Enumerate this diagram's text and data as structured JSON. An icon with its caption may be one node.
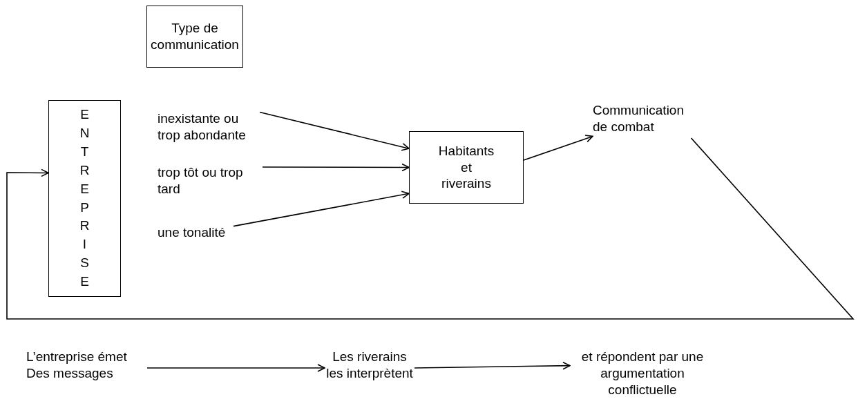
{
  "diagram": {
    "nodes": [
      {
        "text": [
          "Type de communication"
        ]
      },
      {
        "text": [
          "ENTREPRISE"
        ]
      },
      {
        "text": [
          "inexistante ou trop abondante"
        ]
      },
      {
        "text": [
          "trop tôt ou trop tard"
        ]
      },
      {
        "text": [
          "une tonalité"
        ]
      },
      {
        "text": [
          "Habitants et riverains"
        ]
      },
      {
        "text": [
          "Communication de combat"
        ]
      },
      {
        "text": [
          "L’entreprise émet Des messages"
        ]
      },
      {
        "text": [
          "Les riverains les interprètent"
        ]
      },
      {
        "text": [
          "et répondent par une argumentation conflictuelle"
        ]
      }
    ],
    "edges": [
      {
        "from": 2,
        "to": 5,
        "arrow": "to"
      },
      {
        "from": 3,
        "to": 5,
        "arrow": "to"
      },
      {
        "from": 4,
        "to": 5,
        "arrow": "to"
      },
      {
        "from": 5,
        "to": 6,
        "arrow": "to"
      },
      {
        "from": 6,
        "to": 1,
        "arrow": "to"
      },
      {
        "from": 7,
        "to": 8,
        "arrow": "to"
      },
      {
        "from": 8,
        "to": 9,
        "arrow": "to"
      }
    ]
  }
}
